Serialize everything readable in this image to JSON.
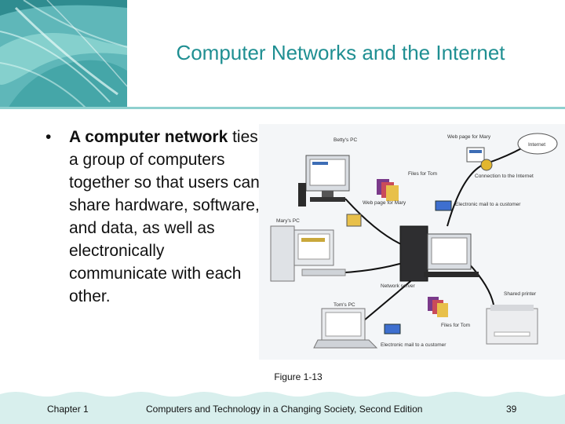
{
  "slide": {
    "title": "Computer Networks and the Internet",
    "bullet": {
      "marker": "•",
      "bold_text": "A computer network",
      "rest_text": " ties a group of computers together so that users can share hardware, software, and data, as well as electronically communicate with each other."
    },
    "figure_caption": "Figure 1-13"
  },
  "diagram_labels": {
    "betty_pc": "Betty's PC",
    "marys_pc": "Mary's PC",
    "toms_pc": "Tom's PC",
    "files_for_tom_top": "Files for Tom",
    "web_page_for_mary_top": "Web page for Mary",
    "web_page_for_mary_mid": "Web page for Mary",
    "connection_internet": "Connection to the Internet",
    "internet": "Internet",
    "email_customer_mid": "Electronic mail to a customer",
    "network_server": "Network server",
    "shared_printer": "Shared printer",
    "files_for_tom_bottom": "Files for Tom",
    "email_customer_bottom": "Electronic mail to a customer"
  },
  "footer": {
    "chapter": "Chapter 1",
    "book_title": "Computers and Technology in a Changing Society, Second Edition",
    "page_number": "39"
  },
  "colors": {
    "title": "#1f8f92",
    "accent_teal": "#8fd0cf",
    "footer_band": "#d8efed"
  }
}
